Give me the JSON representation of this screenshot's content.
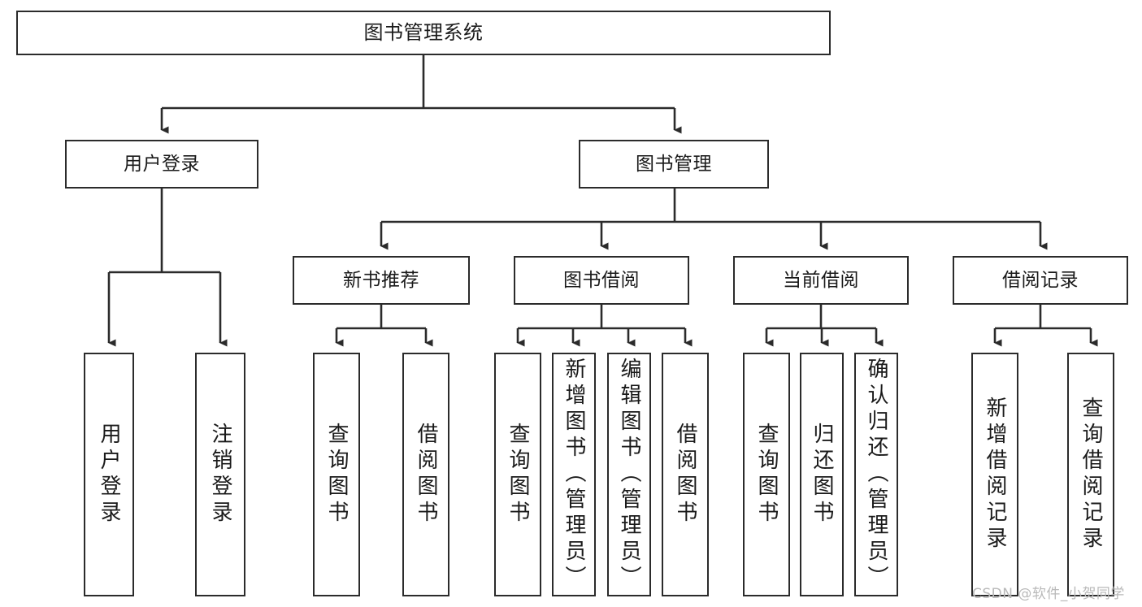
{
  "diagram": {
    "title": "图书管理系统",
    "type": "tree",
    "stroke_color": "#2b2b2b",
    "fill_color": "#ffffff",
    "background": "#ffffff"
  },
  "nodes": {
    "root": {
      "label": "图书管理系统"
    },
    "level2": [
      {
        "id": "user-login",
        "label": "用户登录"
      },
      {
        "id": "book-manage",
        "label": "图书管理"
      }
    ],
    "level3": [
      {
        "id": "new-book-recommend",
        "label": "新书推荐"
      },
      {
        "id": "book-borrow",
        "label": "图书借阅"
      },
      {
        "id": "current-borrow",
        "label": "当前借阅"
      },
      {
        "id": "borrow-record",
        "label": "借阅记录"
      }
    ],
    "leaves": {
      "user-login": [
        {
          "id": "leaf-user-login",
          "label": "用户登录"
        },
        {
          "id": "leaf-logout-login",
          "label": "注销登录"
        }
      ],
      "new-book-recommend": [
        {
          "id": "leaf-query-book-1",
          "label": "查询图书"
        },
        {
          "id": "leaf-borrow-book-1",
          "label": "借阅图书"
        }
      ],
      "book-borrow": [
        {
          "id": "leaf-query-book-2",
          "label": "查询图书"
        },
        {
          "id": "leaf-add-book",
          "label": "新增图书（管理员）"
        },
        {
          "id": "leaf-edit-book",
          "label": "编辑图书（管理员）"
        },
        {
          "id": "leaf-borrow-book-2",
          "label": "借阅图书"
        }
      ],
      "current-borrow": [
        {
          "id": "leaf-query-book-3",
          "label": "查询图书"
        },
        {
          "id": "leaf-return-book",
          "label": "归还图书"
        },
        {
          "id": "leaf-confirm-return",
          "label": "确认归还（管理员）"
        }
      ],
      "borrow-record": [
        {
          "id": "leaf-add-record",
          "label": "新增借阅记录"
        },
        {
          "id": "leaf-query-record",
          "label": "查询借阅记录"
        }
      ]
    }
  },
  "watermark": {
    "text": "CSDN @软件_小贺同学",
    "color": "#b9b9b9"
  }
}
